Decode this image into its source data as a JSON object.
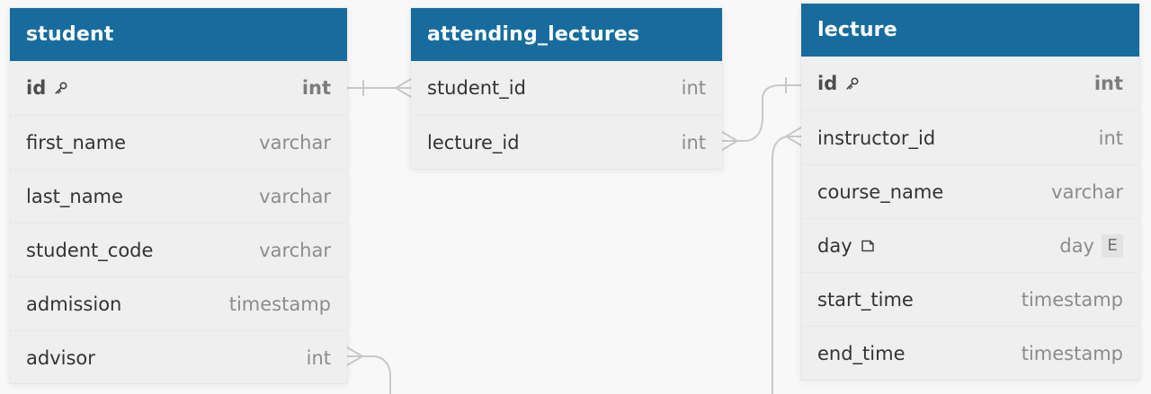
{
  "tables": {
    "student": {
      "title": "student",
      "fields": [
        {
          "name": "id",
          "type": "int",
          "primary": true,
          "icon": "key-icon"
        },
        {
          "name": "first_name",
          "type": "varchar"
        },
        {
          "name": "last_name",
          "type": "varchar"
        },
        {
          "name": "student_code",
          "type": "varchar"
        },
        {
          "name": "admission",
          "type": "timestamp"
        },
        {
          "name": "advisor",
          "type": "int"
        }
      ]
    },
    "attending_lectures": {
      "title": "attending_lectures",
      "fields": [
        {
          "name": "student_id",
          "type": "int"
        },
        {
          "name": "lecture_id",
          "type": "int"
        }
      ]
    },
    "lecture": {
      "title": "lecture",
      "fields": [
        {
          "name": "id",
          "type": "int",
          "primary": true,
          "icon": "key-icon"
        },
        {
          "name": "instructor_id",
          "type": "int"
        },
        {
          "name": "course_name",
          "type": "varchar"
        },
        {
          "name": "day",
          "type": "day",
          "icon": "note-icon",
          "badge": "E"
        },
        {
          "name": "start_time",
          "type": "timestamp"
        },
        {
          "name": "end_time",
          "type": "timestamp"
        }
      ]
    }
  },
  "colors": {
    "background": "#f8f8f8",
    "header": "#176c9d",
    "card": "#efefef",
    "connector": "#c8c8c8",
    "text": "#333333",
    "muted_text": "#8c8c8c"
  }
}
